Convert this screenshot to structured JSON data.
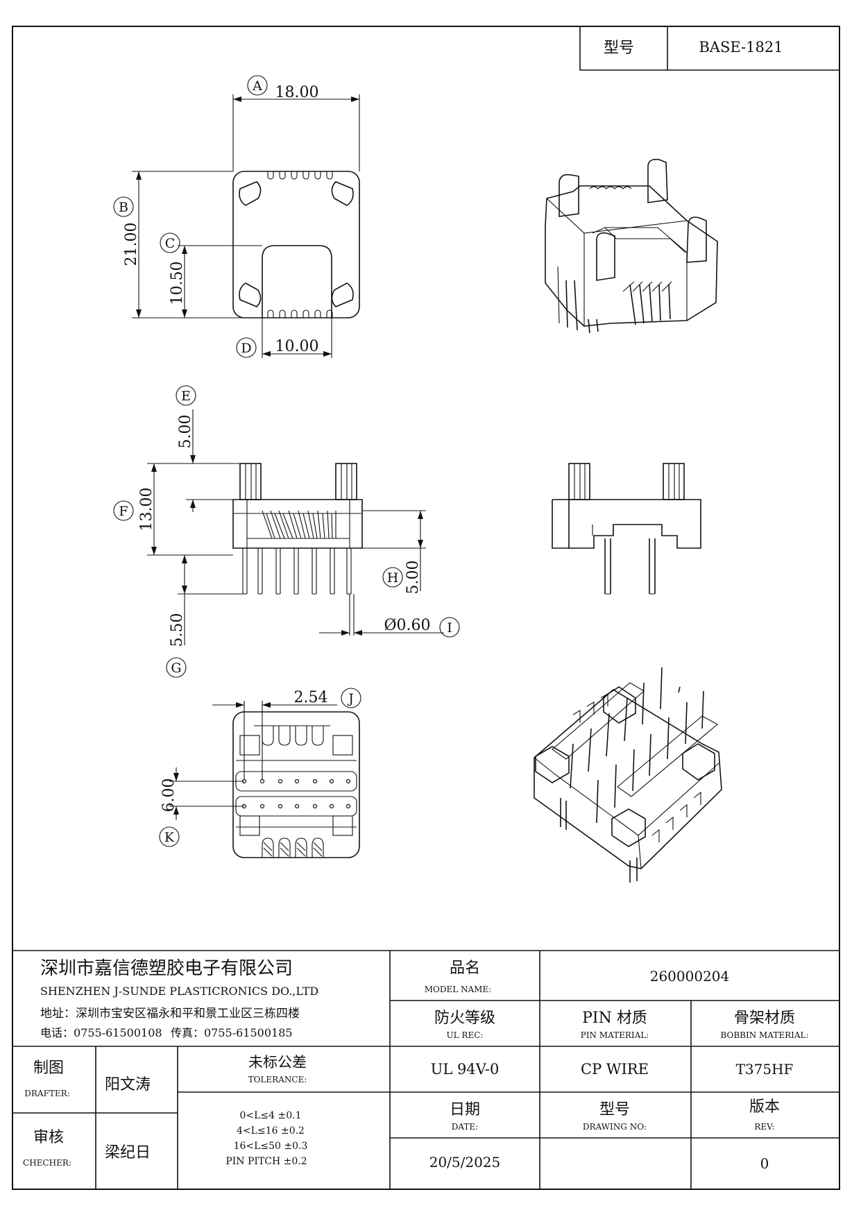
{
  "header": {
    "model_label": "型号",
    "model_value": "BASE-1821"
  },
  "dimensions": {
    "A": {
      "bubble": "A",
      "value": "18.00"
    },
    "B": {
      "bubble": "B",
      "value": "21.00"
    },
    "C": {
      "bubble": "C",
      "value": "10.50"
    },
    "D": {
      "bubble": "D",
      "value": "10.00"
    },
    "E": {
      "bubble": "E",
      "value": "5.00"
    },
    "F": {
      "bubble": "F",
      "value": "13.00"
    },
    "G": {
      "bubble": "G",
      "value": "5.50"
    },
    "H": {
      "bubble": "H",
      "value": "5.00"
    },
    "I": {
      "bubble": "I",
      "value": "Ø0.60"
    },
    "J": {
      "bubble": "J",
      "value": "2.54"
    },
    "K": {
      "bubble": "K",
      "value": "6.00"
    }
  },
  "company": {
    "name_cn": "深圳市嘉信德塑胶电子有限公司",
    "name_en": "SHENZHEN J-SUNDE PLASTICRONICS DO.,LTD",
    "address": "地址：深圳市宝安区福永和平和景工业区三栋四楼",
    "phone": "电话：0755-61500108",
    "fax": "传真：0755-61500185"
  },
  "title_block": {
    "product_name_cn": "品名",
    "product_name_en": "MODEL NAME:",
    "product_name_value": "260000204",
    "fire_cn": "防火等级",
    "fire_en": "UL REC:",
    "fire_value": "UL 94V-0",
    "pin_cn": "PIN 材质",
    "pin_en": "PIN MATERIAL:",
    "pin_value": "CP WIRE",
    "bobbin_cn": "骨架材质",
    "bobbin_en": "BOBBIN MATERIAL:",
    "bobbin_value": "T375HF",
    "drafter_cn": "制图",
    "drafter_en": "DRAFTER:",
    "drafter_value": "阳文涛",
    "checker_cn": "审核",
    "checker_en": "CHECHER:",
    "checker_value": "梁纪日",
    "tolerance_cn": "未标公差",
    "tolerance_en": "TOLERANCE:",
    "tolerances": [
      "0<L≤4  ±0.1",
      "4<L≤16  ±0.2",
      "16<L≤50  ±0.3",
      "PIN PITCH  ±0.2"
    ],
    "date_cn": "日期",
    "date_en": "DATE:",
    "date_value": "20/5/2025",
    "drawing_no_cn": "型号",
    "drawing_no_en": "DRAWING NO:",
    "drawing_no_value": "",
    "rev_cn": "版本",
    "rev_en": "REV:",
    "rev_value": "0"
  }
}
